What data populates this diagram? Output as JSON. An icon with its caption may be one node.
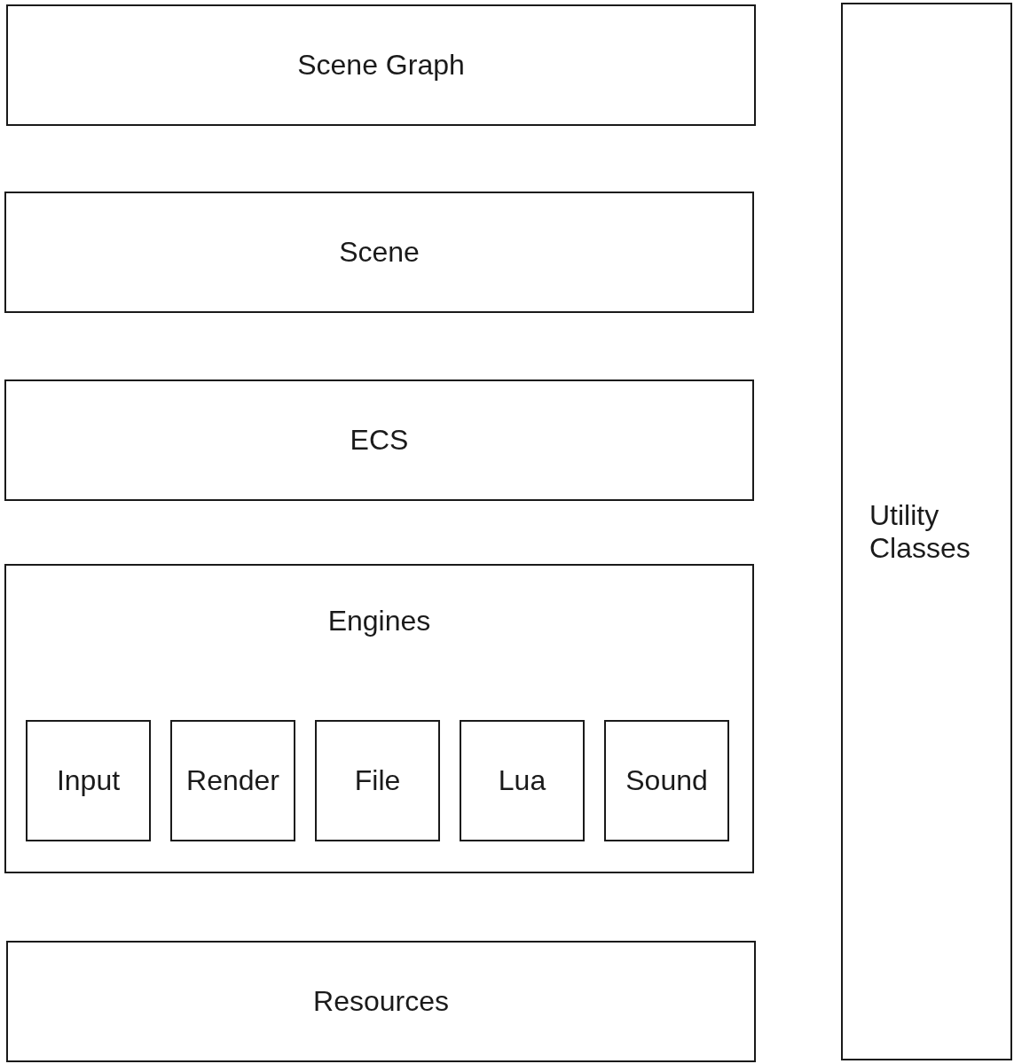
{
  "diagram": {
    "nodes": [
      {
        "text": [
          "Scene Graph"
        ]
      },
      {
        "text": [
          "Scene"
        ]
      },
      {
        "text": [
          "ECS"
        ]
      },
      {
        "text": [
          "Engines"
        ]
      },
      {
        "text": [
          "Input"
        ],
        "in": 3
      },
      {
        "text": [
          "Render"
        ],
        "in": 3
      },
      {
        "text": [
          "File"
        ],
        "in": 3
      },
      {
        "text": [
          "Lua"
        ],
        "in": 3
      },
      {
        "text": [
          "Sound"
        ],
        "in": 3
      },
      {
        "text": [
          "Resources"
        ]
      },
      {
        "text": [
          "Utility Classes"
        ]
      }
    ]
  }
}
